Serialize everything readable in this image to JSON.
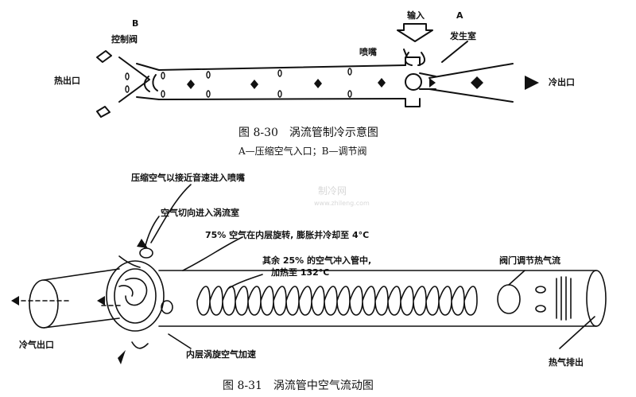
{
  "fig1": {
    "letter_b": "B",
    "letter_a": "A",
    "control_valve": "控制阀",
    "hot_outlet": "热出口",
    "input": "输入",
    "nozzle": "喷嘴",
    "generation_chamber": "发生室",
    "cold_outlet": "冷出口",
    "caption": "图 8-30　涡流管制冷示意图",
    "subcaption": "A—压缩空气入口；B—调节阀"
  },
  "fig2": {
    "compressed_air": "压缩空气以接近音速进入喷嘴",
    "tangential_entry": "空气切向进入涡流室",
    "inner_rotation": "75% 空气在内层旋转, 膨胀并冷却至 4°C",
    "remaining_air_1": "其余 25% 的空气冲入管中,",
    "remaining_air_2": "加热至 132°C",
    "valve_regulates": "阀门调节热气流",
    "cold_outlet": "冷气出口",
    "inner_vortex": "内层涡旋空气加速",
    "hot_exhaust": "热气排出",
    "caption": "图 8-31　涡流管中空气流动图"
  },
  "watermark": {
    "line1": "制冷网",
    "line2": "www.zhileng.com"
  }
}
